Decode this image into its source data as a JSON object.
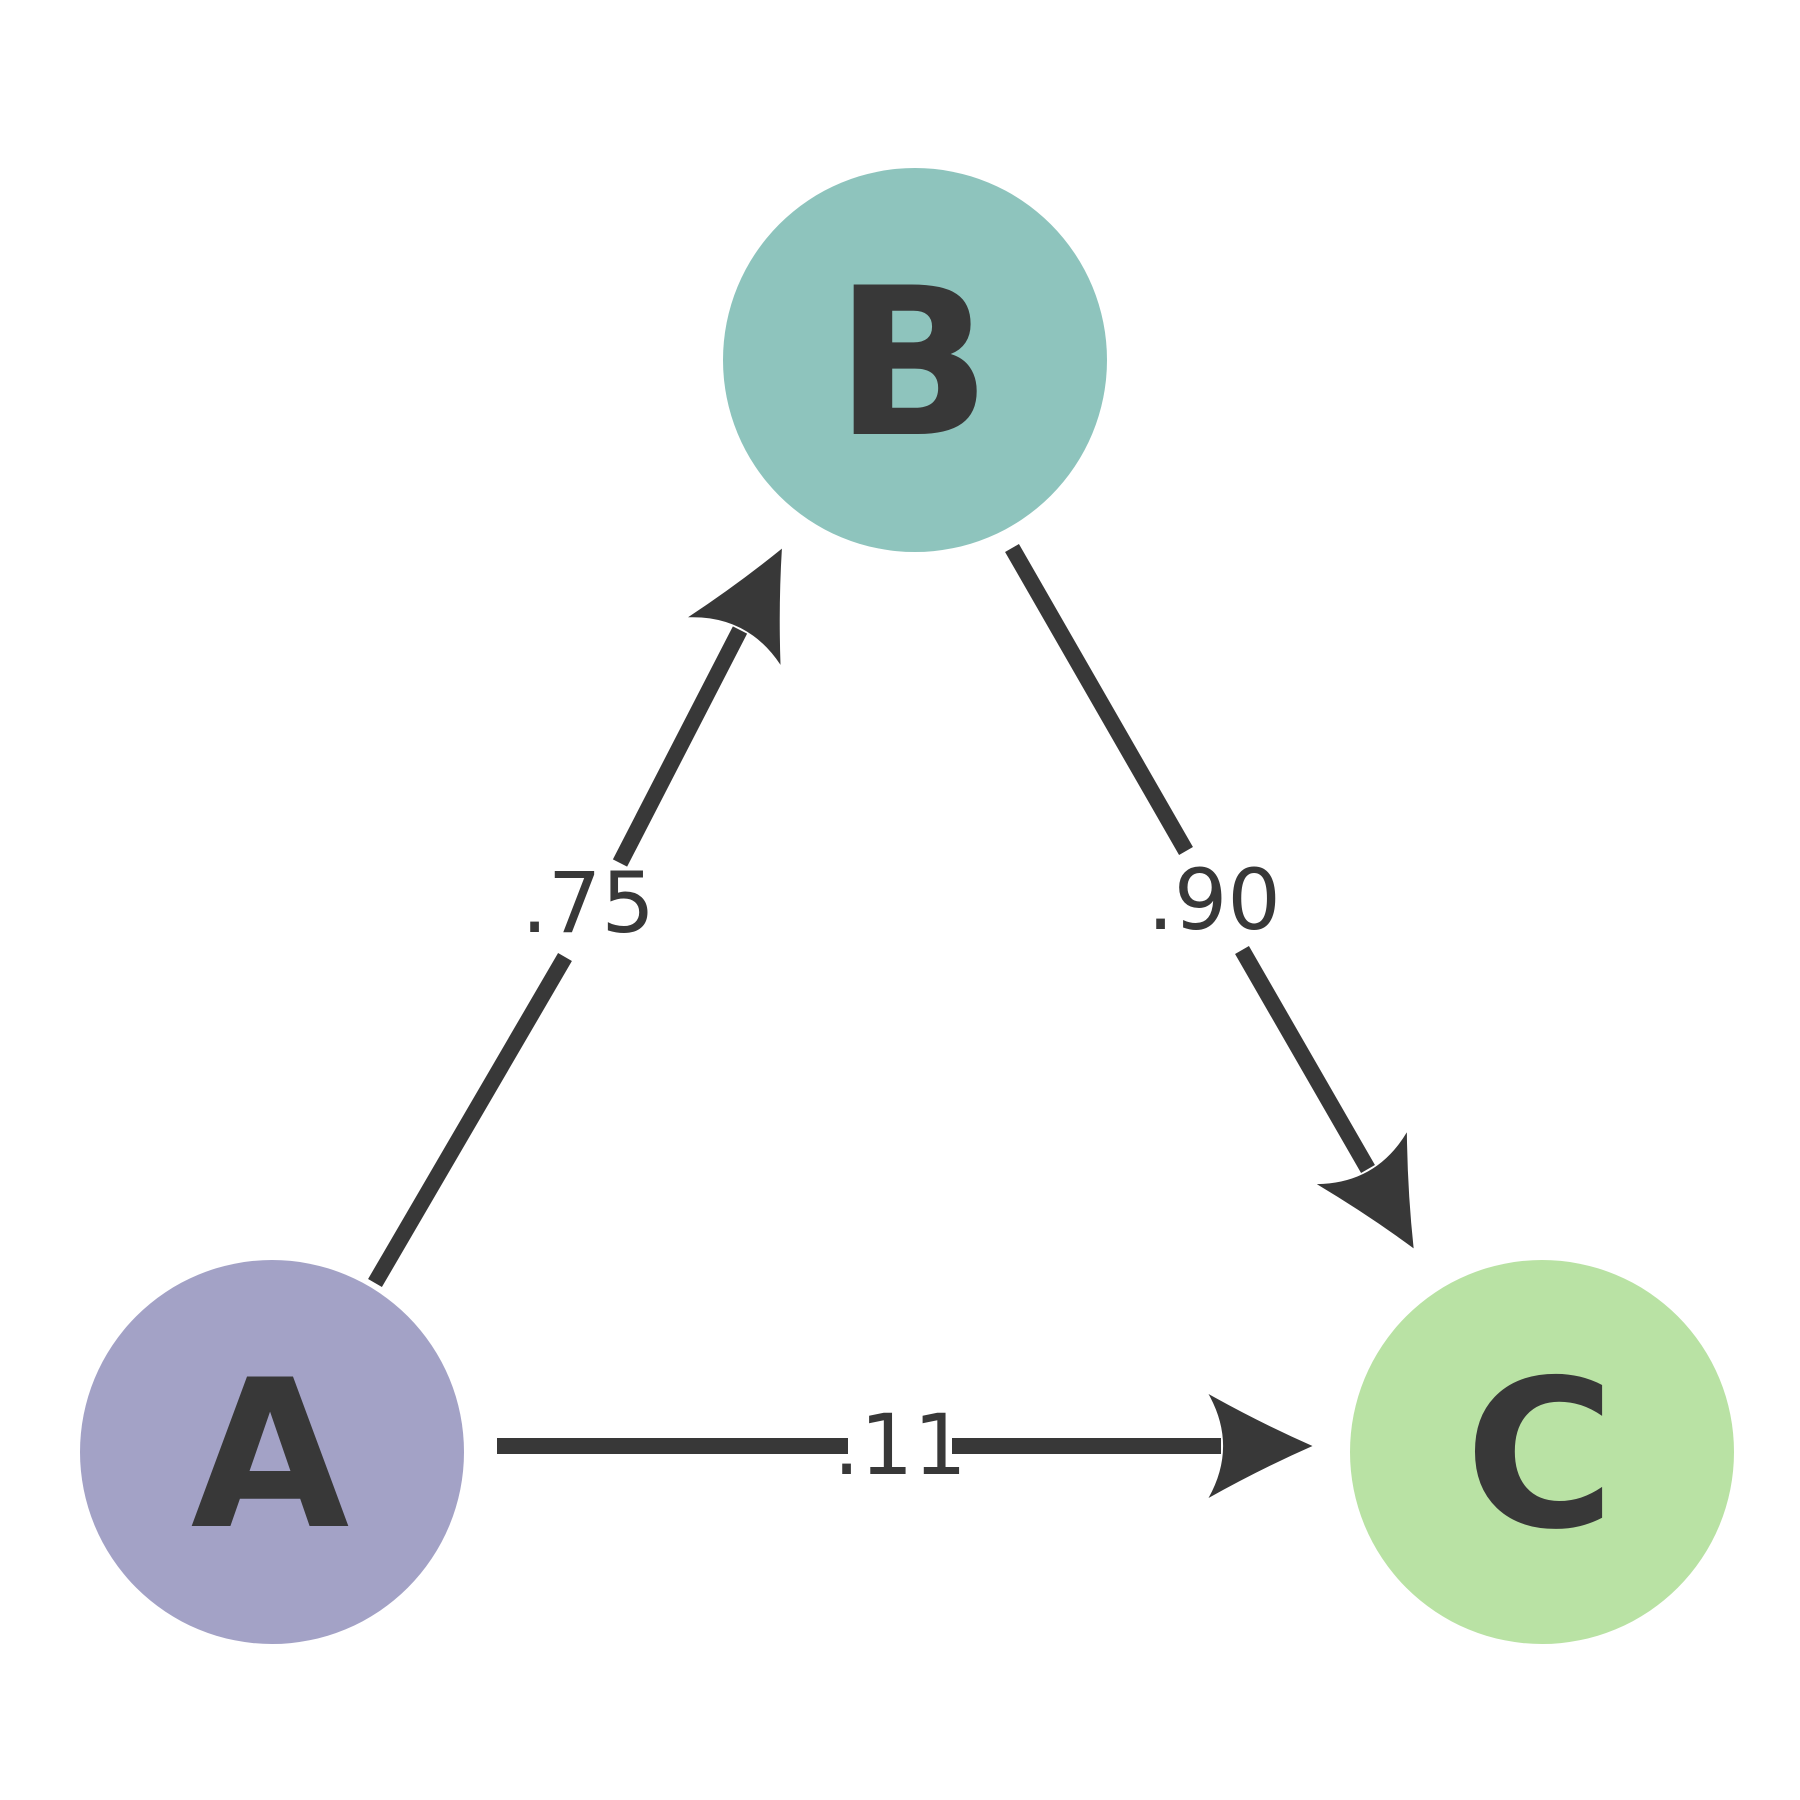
{
  "diagram": {
    "background": "#ffffff",
    "edge_color": "#383838",
    "text_color": "#383838",
    "nodes": {
      "a": {
        "label": "A",
        "color": "#a3a2c6"
      },
      "b": {
        "label": "B",
        "color": "#8ec4bd"
      },
      "c": {
        "label": "C",
        "color": "#b9e2a4"
      }
    },
    "edges": {
      "a_b": {
        "from": "A",
        "to": "B",
        "weight": ".75"
      },
      "b_c": {
        "from": "B",
        "to": "C",
        "weight": ".90"
      },
      "a_c": {
        "from": "A",
        "to": "C",
        "weight": ".11"
      }
    }
  }
}
